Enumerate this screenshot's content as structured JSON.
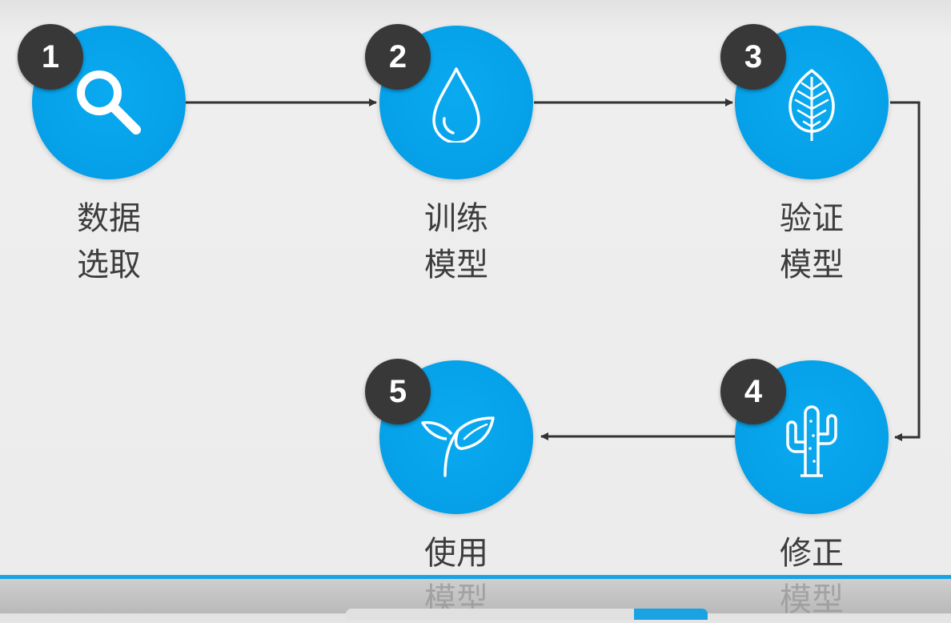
{
  "steps": [
    {
      "number": "1",
      "label": "数据\n选取",
      "icon": "search-icon"
    },
    {
      "number": "2",
      "label": "训练\n模型",
      "icon": "water-drop-icon"
    },
    {
      "number": "3",
      "label": "验证\n模型",
      "icon": "leaf-icon"
    },
    {
      "number": "4",
      "label": "修正\n模型",
      "icon": "cactus-icon"
    },
    {
      "number": "5",
      "label": "使用\n模型",
      "icon": "sprout-icon"
    }
  ],
  "colors": {
    "circle": "#05a0e8",
    "badge": "#383838",
    "arrow": "#333333",
    "label": "#3d3d3d",
    "progress": "#1aa3e3"
  }
}
